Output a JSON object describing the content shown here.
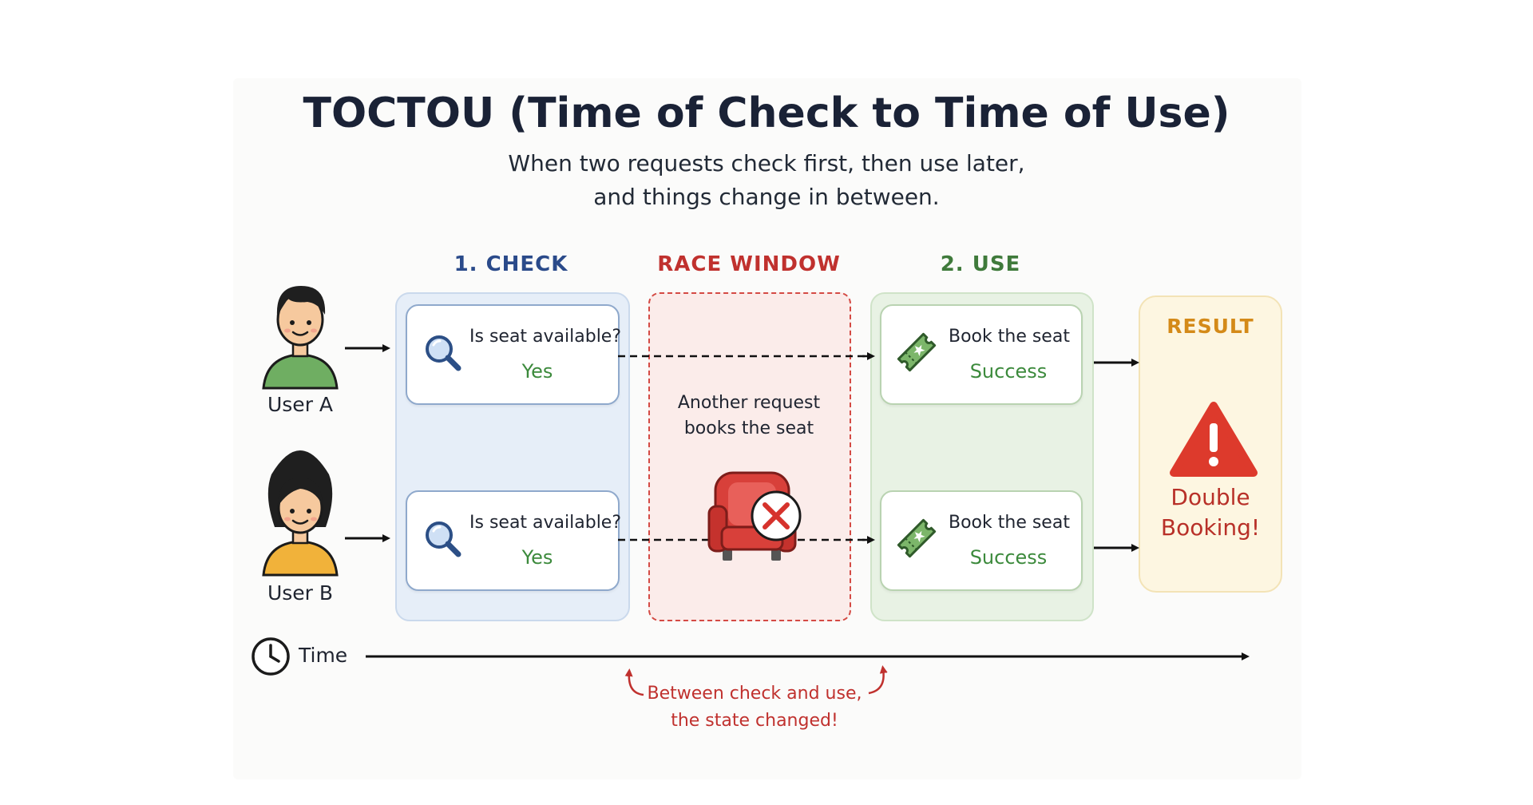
{
  "header": {
    "title": "TOCTOU (Time of Check to Time of Use)",
    "subtitle_line1": "When two requests check first, then use later,",
    "subtitle_line2": "and things change in between."
  },
  "columns": {
    "check_label": "1. CHECK",
    "race_label": "RACE WINDOW",
    "use_label": "2. USE"
  },
  "users": [
    {
      "label": "User A",
      "shirt_color": "#6fae62"
    },
    {
      "label": "User B",
      "shirt_color": "#f1b23a"
    }
  ],
  "check_cards": [
    {
      "question": "Is seat available?",
      "answer": "Yes",
      "icon": "magnifier-icon"
    },
    {
      "question": "Is seat available?",
      "answer": "Yes",
      "icon": "magnifier-icon"
    }
  ],
  "use_cards": [
    {
      "action": "Book the seat",
      "status": "Success",
      "icon": "ticket-icon"
    },
    {
      "action": "Book the seat",
      "status": "Success",
      "icon": "ticket-icon"
    }
  ],
  "race": {
    "text_line1": "Another request",
    "text_line2": "books the seat",
    "icon": "seat-taken-icon"
  },
  "result": {
    "title": "RESULT",
    "line1": "Double",
    "line2": "Booking!",
    "icon": "warning-icon"
  },
  "timeline": {
    "label": "Time",
    "icon": "clock-icon",
    "note_line1": "Between check and use,",
    "note_line2": "the state changed!"
  },
  "colors": {
    "check": "#2a4a8a",
    "race": "#c0312e",
    "use": "#3f7a3b",
    "result": "#d48a18",
    "success": "#3c8a3c"
  }
}
